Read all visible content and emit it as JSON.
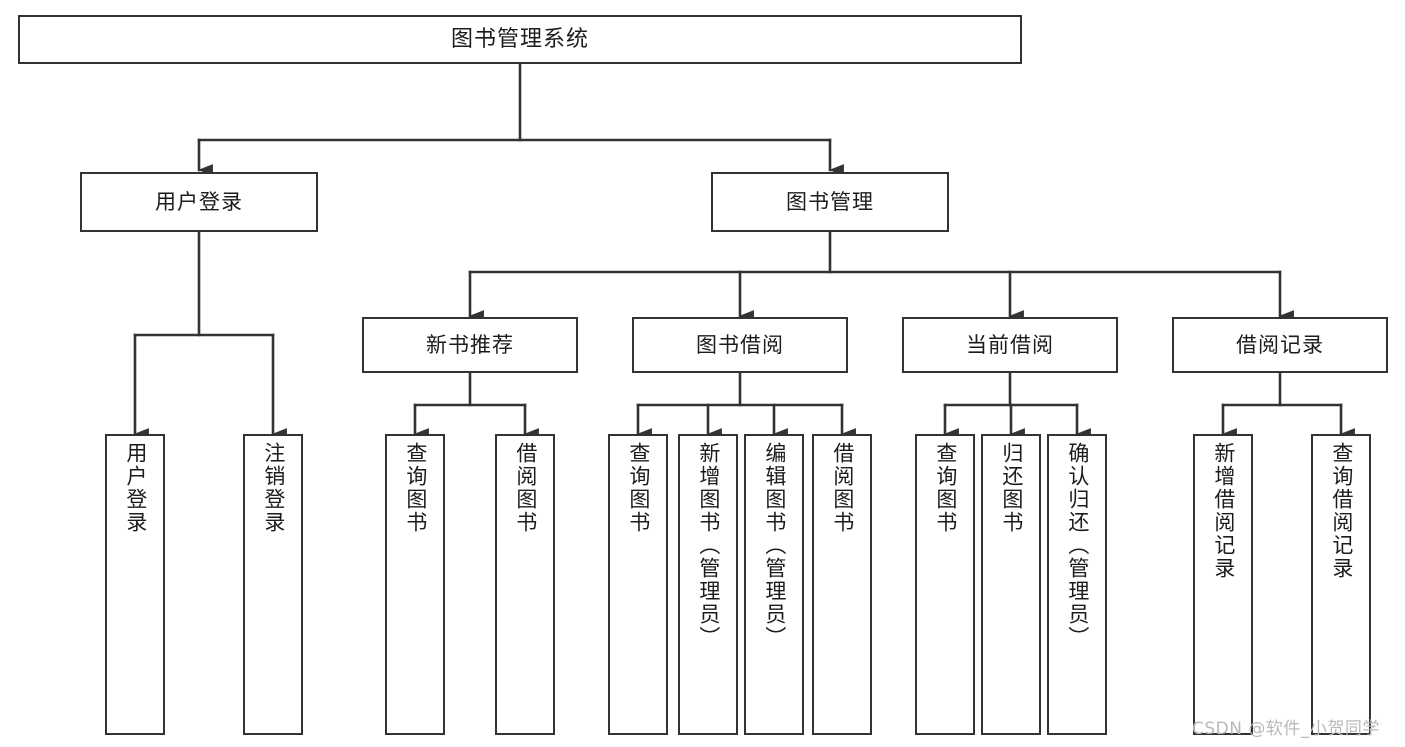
{
  "diagram": {
    "type": "tree-hierarchy",
    "title": "图书管理系统",
    "orientation": "top-down",
    "stroke_color": "#333333",
    "fill_color": "#ffffff",
    "text_color": "#1c1c1c",
    "root": {
      "id": "root",
      "label": "图书管理系统"
    },
    "level2": [
      {
        "id": "user-login",
        "label": "用户登录"
      },
      {
        "id": "book-management",
        "label": "图书管理"
      }
    ],
    "level3": [
      {
        "id": "new-book-recommend",
        "label": "新书推荐",
        "parent": "book-management"
      },
      {
        "id": "book-borrow",
        "label": "图书借阅",
        "parent": "book-management"
      },
      {
        "id": "current-borrow",
        "label": "当前借阅",
        "parent": "book-management"
      },
      {
        "id": "borrow-record",
        "label": "借阅记录",
        "parent": "book-management"
      }
    ],
    "leaves": {
      "user_login": [
        {
          "id": "leaf-user-login",
          "label": "用户登录"
        },
        {
          "id": "leaf-user-logout",
          "label": "注销登录"
        }
      ],
      "new_book_recommend": [
        {
          "id": "leaf-query-book-1",
          "label": "查询图书"
        },
        {
          "id": "leaf-borrow-book-1",
          "label": "借阅图书"
        }
      ],
      "book_borrow": [
        {
          "id": "leaf-query-book-2",
          "label": "查询图书"
        },
        {
          "id": "leaf-add-book",
          "label": "新增图书（管理员）"
        },
        {
          "id": "leaf-edit-book",
          "label": "编辑图书（管理员）"
        },
        {
          "id": "leaf-borrow-book-2",
          "label": "借阅图书"
        }
      ],
      "current_borrow": [
        {
          "id": "leaf-query-book-3",
          "label": "查询图书"
        },
        {
          "id": "leaf-return-book",
          "label": "归还图书"
        },
        {
          "id": "leaf-confirm-return",
          "label": "确认归还（管理员）"
        }
      ],
      "borrow_record": [
        {
          "id": "leaf-add-record",
          "label": "新增借阅记录"
        },
        {
          "id": "leaf-query-record",
          "label": "查询借阅记录"
        }
      ]
    }
  },
  "watermark": {
    "text": "CSDN @软件_小贺同学"
  }
}
